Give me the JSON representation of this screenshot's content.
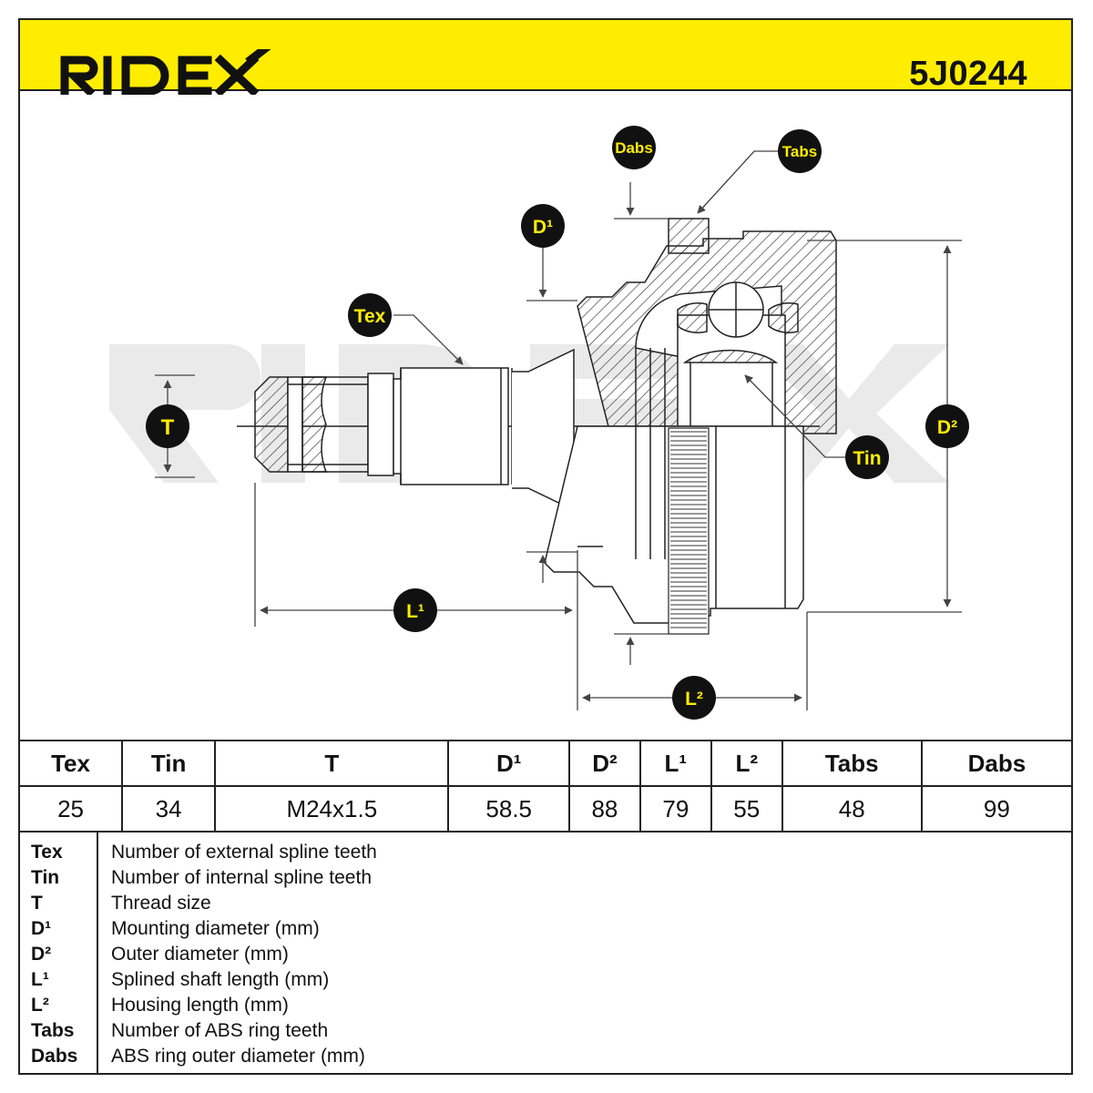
{
  "brand": "RIDEX",
  "part_number": "5J0244",
  "watermark": "RIDEX",
  "labels": {
    "tex": "Tex",
    "tin": "Tin",
    "t": "T",
    "d1": "D¹",
    "d2": "D²",
    "l1": "L¹",
    "l2": "L²",
    "tabs": "Tabs",
    "dabs": "Dabs"
  },
  "spec_table": {
    "headers": [
      "Tex",
      "Tin",
      "T",
      "D¹",
      "D²",
      "L¹",
      "L²",
      "Tabs",
      "Dabs"
    ],
    "values": [
      "25",
      "34",
      "M24x1.5",
      "58.5",
      "88",
      "79",
      "55",
      "48",
      "99"
    ]
  },
  "legend": [
    {
      "key": "Tex",
      "desc": "Number of external spline teeth"
    },
    {
      "key": "Tin",
      "desc": "Number of internal spline teeth"
    },
    {
      "key": "T",
      "desc": "Thread size"
    },
    {
      "key": "D¹",
      "desc": "Mounting diameter (mm)"
    },
    {
      "key": "D²",
      "desc": "Outer diameter (mm)"
    },
    {
      "key": "L¹",
      "desc": "Splined shaft length (mm)"
    },
    {
      "key": "L²",
      "desc": "Housing length (mm)"
    },
    {
      "key": "Tabs",
      "desc": "Number of ABS ring teeth"
    },
    {
      "key": "Dabs",
      "desc": "ABS ring outer diameter (mm)"
    }
  ],
  "colors": {
    "header_bg": "#ffed00",
    "badge_bg": "#111111",
    "badge_text": "#ffed00",
    "watermark": "#e6e6e6"
  }
}
